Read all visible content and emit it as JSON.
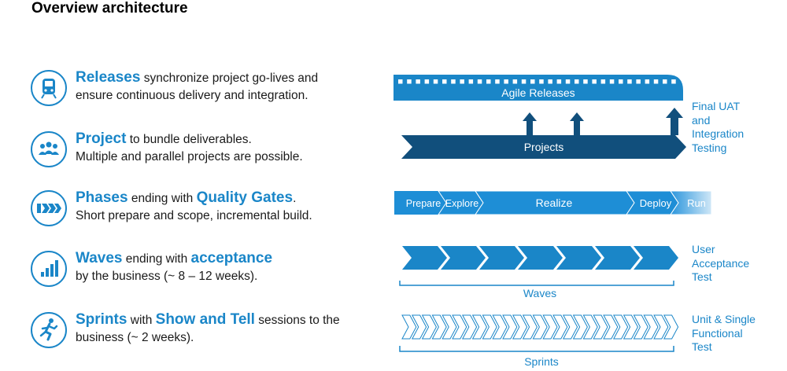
{
  "title": "Overview architecture",
  "rows": {
    "releases": {
      "keyword": "Releases",
      "line1_rest": " synchronize project go-lives and",
      "line2": "ensure continuous delivery and integration."
    },
    "project": {
      "keyword": "Project",
      "line1_rest": " to bundle deliverables.",
      "line2": "Multiple and parallel projects are possible."
    },
    "phases": {
      "keyword": "Phases",
      "line1_mid": " ending with ",
      "keyword2": "Quality Gates",
      "line1_end": ".",
      "line2": "Short prepare and scope, incremental build."
    },
    "waves": {
      "keyword": "Waves",
      "line1_mid": " ending with ",
      "keyword2": "acceptance",
      "line2": "by the business (~ 8 – 12 weeks)."
    },
    "sprints": {
      "keyword": "Sprints",
      "line1_mid": " with ",
      "keyword2": "Show and Tell",
      "line1_end": " sessions to the",
      "line2": "business (~ 2 weeks)."
    }
  },
  "diagram": {
    "agile_releases": "Agile Releases",
    "projects": "Projects",
    "phases": [
      "Prepare",
      "Explore",
      "Realize",
      "Deploy",
      "Run"
    ],
    "waves_label": "Waves",
    "sprints_label": "Sprints"
  },
  "side_labels": {
    "final": "Final UAT\nand\nIntegration\nTesting",
    "uat": "User\nAcceptance\nTest",
    "unit": "Unit & Single\nFunctional\nTest"
  },
  "colors": {
    "accent": "#1a86c8",
    "dark_blue": "#114f7c",
    "mid_blue": "#1e8ed6",
    "light_blue": "#bcdcf2"
  },
  "icons": [
    "train-icon",
    "people-icon",
    "chevrons-icon",
    "bar-chart-icon",
    "runner-icon"
  ]
}
